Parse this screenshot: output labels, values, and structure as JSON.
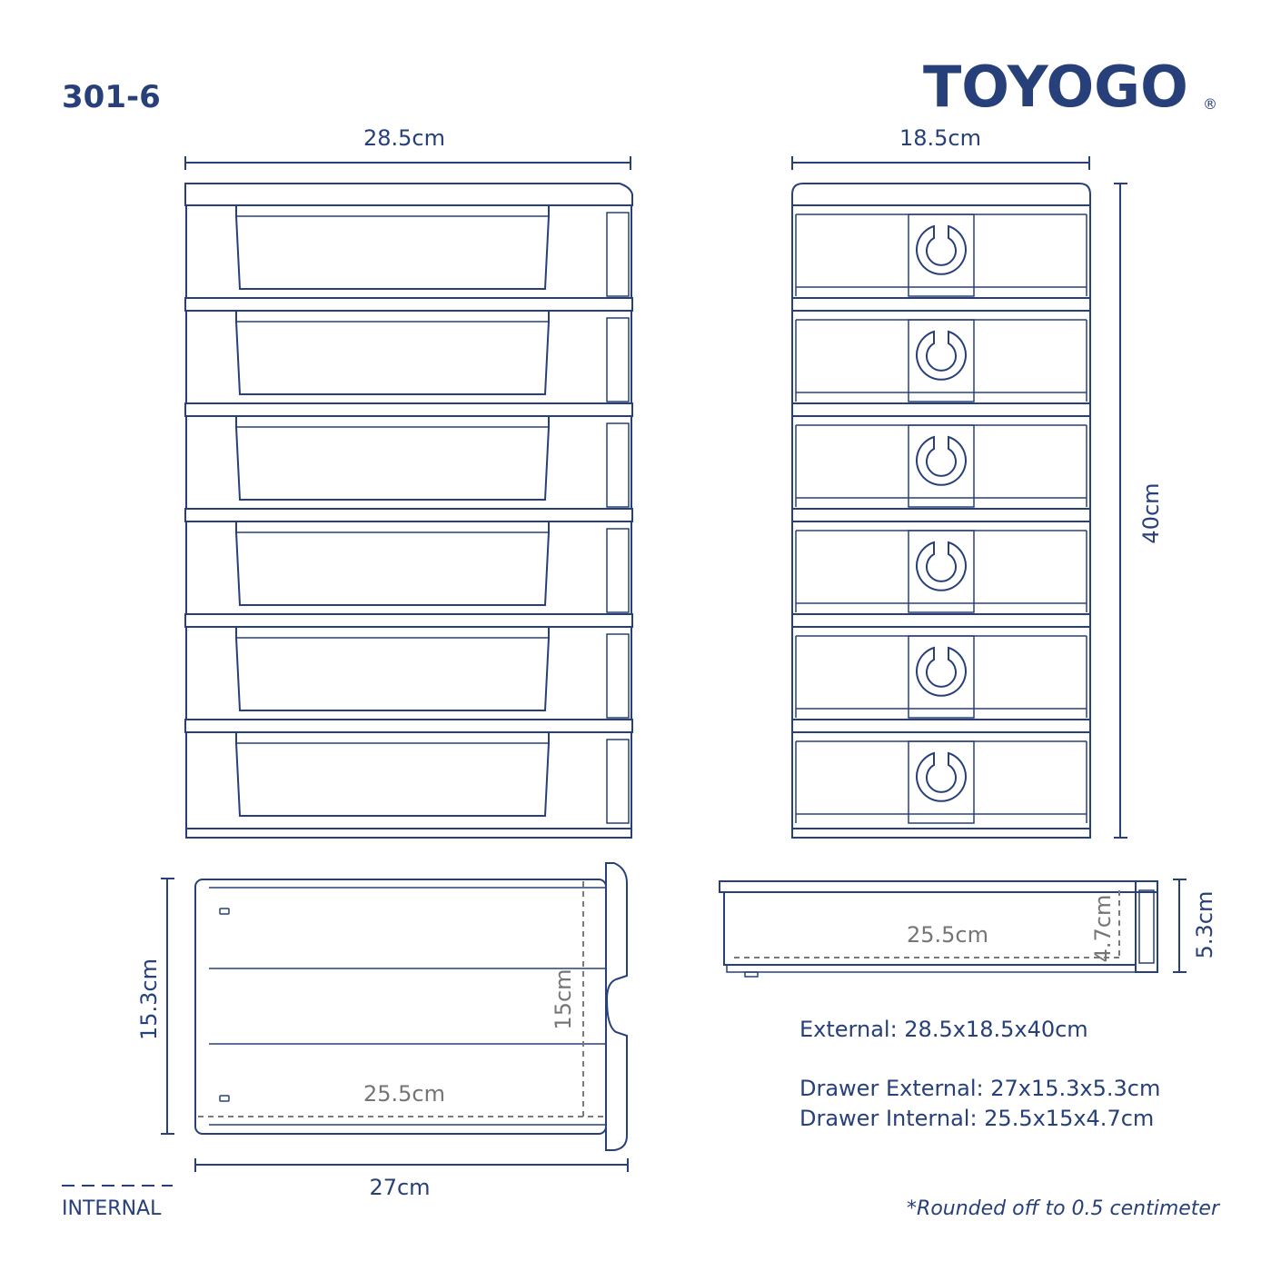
{
  "header": {
    "model": "301-6",
    "brand": "TOYOGO",
    "registered_mark": "®"
  },
  "dimensions": {
    "front_width": "28.5cm",
    "side_depth": "18.5cm",
    "height": "40cm",
    "drawer_top_height": "15.3cm",
    "drawer_top_inner_height": "15cm",
    "drawer_top_inner_length": "25.5cm",
    "drawer_top_length": "27cm",
    "drawer_side_inner_length": "25.5cm",
    "drawer_side_inner_depth": "4.7cm",
    "drawer_side_depth": "5.3cm"
  },
  "legend": {
    "internal_label": "INTERNAL"
  },
  "specs": {
    "external": "External: 28.5x18.5x40cm",
    "drawer_external": "Drawer External: 27x15.3x5.3cm",
    "drawer_internal": "Drawer Internal: 25.5x15x4.7cm"
  },
  "footnote": "*Rounded off to 0.5 centimeter",
  "colors": {
    "primary": "#27407a",
    "internal_dim": "#757575"
  },
  "drawer_count": 6
}
